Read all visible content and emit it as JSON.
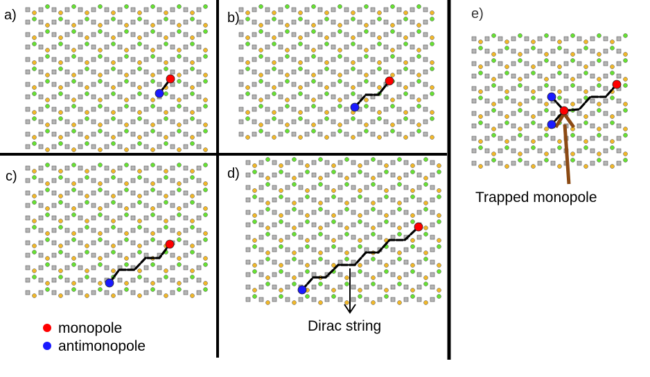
{
  "panels": [
    {
      "label": "a)"
    },
    {
      "label": "b)"
    },
    {
      "label": "c)"
    },
    {
      "label": "d)"
    },
    {
      "label": "e)"
    }
  ],
  "legend": {
    "monopole": "monopole",
    "antimonopole": "antimonopole"
  },
  "annotations": {
    "dirac_string": "Dirac string",
    "trapped_monopole": "Trapped monopole"
  },
  "colors": {
    "monopole": "#ff0000",
    "antimonopole": "#1a1aff",
    "green_site": "#66e033",
    "orange_site": "#f0b72a",
    "gray_site": "#b4b4b4",
    "string": "#000000",
    "arrow": "#8b4a14",
    "divider": "#000000"
  }
}
